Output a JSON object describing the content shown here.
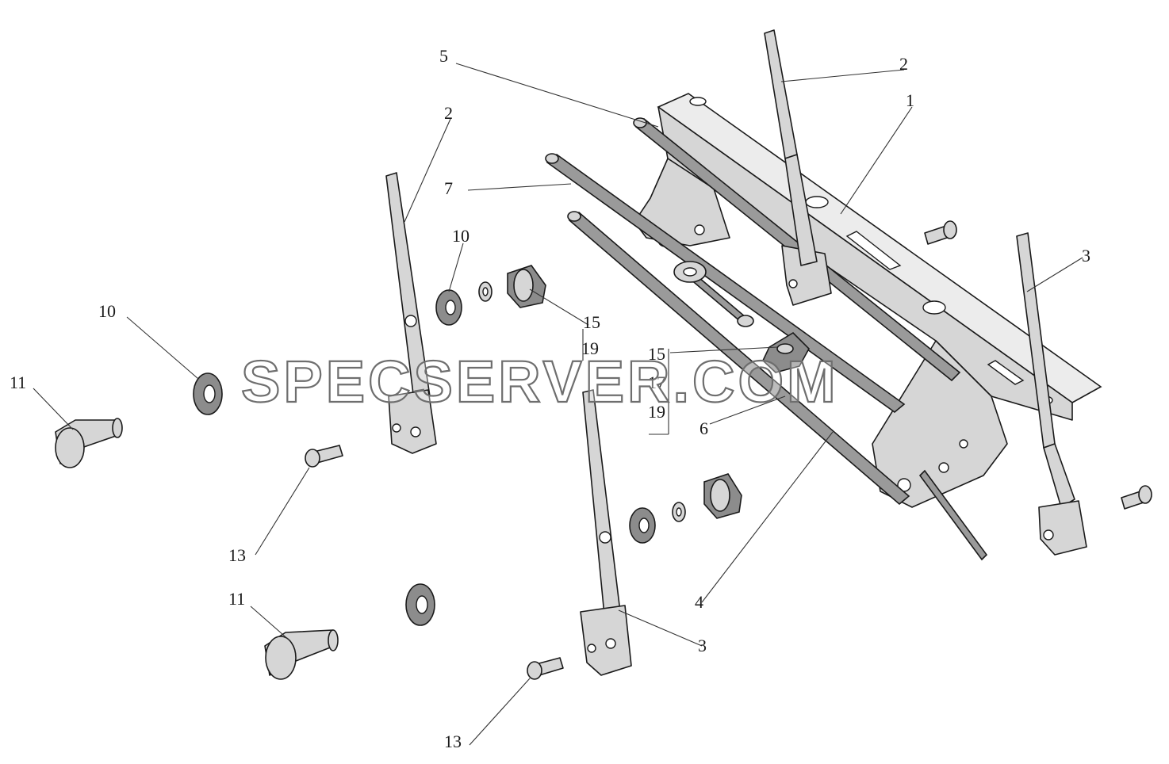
{
  "watermark": "SPECSERVER.COM",
  "callouts": {
    "c1": "1",
    "c2_top": "2",
    "c2_left": "2",
    "c3_right": "3",
    "c3_bottom": "3",
    "c4": "4",
    "c5": "5",
    "c6": "6",
    "c7": "7",
    "c10_mid": "10",
    "c10_left": "10",
    "c11_top": "11",
    "c11_bottom": "11",
    "c13_top": "13",
    "c13_bottom": "13",
    "c15_a": "15",
    "c19_a": "19",
    "c15_b": "15",
    "c17_b": "17",
    "c19_b": "19"
  }
}
